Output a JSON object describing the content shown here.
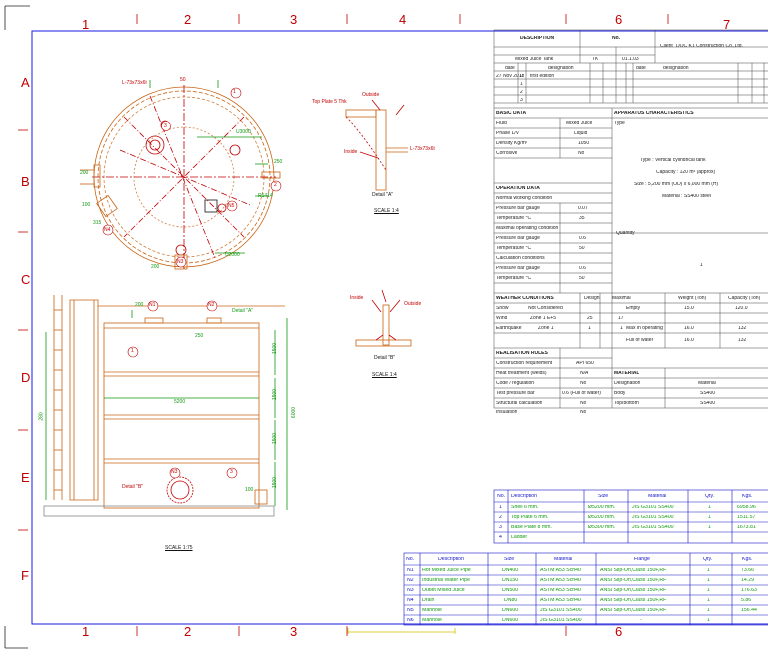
{
  "grid": {
    "columns": [
      "1",
      "2",
      "3",
      "4",
      "6",
      "7"
    ],
    "columns_bottom": [
      "1",
      "2",
      "3",
      "6"
    ],
    "rows": [
      "A",
      "B",
      "C",
      "D",
      "E",
      "F"
    ]
  },
  "title_block": {
    "description_label": "DESCRIPTION",
    "no_label": "No.",
    "client_label": "Client",
    "client_name": "DOC K1 Construction Co.,Ltd.",
    "item": "Mixed Juice Tank",
    "code": "TK",
    "number": "01.1.03",
    "rev_headers": [
      "date",
      "designation"
    ],
    "rev_headers_right": [
      "date",
      "designation"
    ],
    "rev_rows": [
      {
        "date": "27 Nov 2018",
        "rev": "0",
        "designation": "first edition"
      },
      {
        "date": "",
        "rev": "1",
        "designation": ""
      },
      {
        "date": "",
        "rev": "2",
        "designation": ""
      },
      {
        "date": "",
        "rev": "3",
        "designation": ""
      }
    ]
  },
  "basic_data": {
    "title": "BASIC DATA",
    "rows": [
      {
        "k": "Fluid",
        "v": "Mixed Juice"
      },
      {
        "k": "Phase L/V",
        "v": "Liquid"
      },
      {
        "k": "Density Kg/m³",
        "v": "1050"
      },
      {
        "k": "Corrosive",
        "v": "No"
      }
    ]
  },
  "apparatus": {
    "title": "APPARATUS CHARACTERISTICS",
    "type_label": "Type",
    "lines": [
      "Type : Vertical cylindrical tank",
      "Capacity : 120 m³ (approx)",
      "Size : 5,200 mm (OD) x 6,000 mm (H)",
      "Material : SS400 steel"
    ],
    "quantity_label": "Quantity",
    "quantity_value": "1"
  },
  "operation_data": {
    "title": "OPERATION DATA",
    "rows": [
      {
        "k": "Normal working condition",
        "v": ""
      },
      {
        "k": "Pressure bar gauge",
        "v": "0.07"
      },
      {
        "k": "Temperature °C",
        "v": "35"
      },
      {
        "k": "Maximal operating condition",
        "v": ""
      },
      {
        "k": "Pressure bar gauge",
        "v": "0.6"
      },
      {
        "k": "Temperature °C",
        "v": "50"
      },
      {
        "k": "Calculation conditions",
        "v": ""
      },
      {
        "k": "Pressure bar gauge",
        "v": "0.6"
      },
      {
        "k": "Temperature °C",
        "v": "50"
      }
    ]
  },
  "weather": {
    "title": "WEATHER CONDITIONS",
    "design_label": "Design",
    "maximal_label": "Maximal",
    "weight_label": "Weight (Ton)",
    "capacity_label": "Capacity (Ton)",
    "rows": [
      {
        "k": "Snow",
        "a": "Not Considered",
        "b": "",
        "c": "",
        "w_k": "Empty",
        "w1": "15.0",
        "w2": "120.0"
      },
      {
        "k": "Wind",
        "a": "Zone 1 E+5",
        "b": "25",
        "c": "17",
        "w_k": "",
        "w1": "",
        "w2": ""
      },
      {
        "k": "Earthquake",
        "a": "Zone 1",
        "b": "1",
        "c": "1",
        "w_k": "Max in operating",
        "w1": "16.0",
        "w2": "132"
      },
      {
        "k": "",
        "a": "",
        "b": "",
        "c": "",
        "w_k": "Full of water",
        "w1": "16.0",
        "w2": "132"
      }
    ]
  },
  "realisation": {
    "title": "REALISATION RULES",
    "material_label": "MATERIAL",
    "designation_label": "Designation",
    "material_col": "Material",
    "rows": [
      {
        "k": "Construction requirement",
        "v": "API 650",
        "mk": "",
        "mv": ""
      },
      {
        "k": "Heat treatment (welds)",
        "v": "N/A",
        "mk": "",
        "mv": ""
      },
      {
        "k": "Code / regulation",
        "v": "No",
        "mk": "Designation",
        "mv": "Material"
      },
      {
        "k": "Test pressure bar",
        "v": "0.6 (Full of water)",
        "mk": "Body",
        "mv": "SS400"
      },
      {
        "k": "Structural calculation",
        "v": "No",
        "mk": "Top/bottom",
        "mv": "SS400"
      },
      {
        "k": "Insulation",
        "v": "No",
        "mk": "",
        "mv": ""
      }
    ]
  },
  "parts_table": {
    "headers": [
      "No.",
      "Description",
      "Size",
      "Material",
      "Qty.",
      "Kgs."
    ],
    "rows": [
      {
        "no": "1",
        "desc": "Shell 6 mm.",
        "size": "Ø5200 mm.",
        "mat": "JIS G3101 SS400",
        "qty": "1",
        "kgs": "6958.96"
      },
      {
        "no": "2",
        "desc": "Top Plate 6 mm.",
        "size": "Ø5200 mm.",
        "mat": "JIS G3101 SS400",
        "qty": "1",
        "kgs": "1511.57"
      },
      {
        "no": "3",
        "desc": "Base Plate 8 mm.",
        "size": "Ø5300 mm.",
        "mat": "JIS G3101 SS400",
        "qty": "1",
        "kgs": "1673.81"
      },
      {
        "no": "4",
        "desc": "Ladder",
        "size": "",
        "mat": "",
        "qty": "",
        "kgs": ""
      }
    ]
  },
  "nozzle_table": {
    "headers": [
      "No.",
      "Description",
      "Size",
      "Material",
      "Flange",
      "Qty.",
      "Kgs."
    ],
    "rows": [
      {
        "no": "N1",
        "desc": "Hot Mixed Juice Pipe",
        "size": "DN400",
        "mat": "ASTM A53 Sch40",
        "flange": "ANSI Slip-On,Class 150F,RF",
        "qty": "1",
        "kgs": "73.66"
      },
      {
        "no": "N2",
        "desc": "Industrial Water Pipe",
        "size": "DN150",
        "mat": "ASTM A53 Sch40",
        "flange": "ANSI Slip-On,Class 150F,RF",
        "qty": "1",
        "kgs": "14.29"
      },
      {
        "no": "N3",
        "desc": "Outlet Mixed Juice",
        "size": "DN500",
        "mat": "ASTM A53 Sch40",
        "flange": "ANSI Slip-On,Class 150F,RF",
        "qty": "1",
        "kgs": "176.63"
      },
      {
        "no": "N4",
        "desc": "Drain",
        "size": "DN80",
        "mat": "ASTM A53 Sch40",
        "flange": "ANSI Slip-On,Class 150F,RF",
        "qty": "1",
        "kgs": "5.86"
      },
      {
        "no": "N5",
        "desc": "Manhole",
        "size": "DN600",
        "mat": "JIS G3101 SS400",
        "flange": "ANSI Slip-On,Class 150F,RF",
        "qty": "1",
        "kgs": "156.44"
      },
      {
        "no": "N6",
        "desc": "Manhole",
        "size": "DN600",
        "mat": "JIS G3101 SS400",
        "flange": "-",
        "qty": "1",
        "kgs": ""
      }
    ]
  },
  "plan_view": {
    "orient_label": "L-73x73x6t",
    "dim_top": "50",
    "dim_u": "U3000",
    "dim_r": "R1414",
    "dim_u2": "U2000",
    "dim_a": "200",
    "dim_b": "250",
    "dim_c": "315",
    "dim_d": "100",
    "dim_e": "200",
    "ballons": [
      "1",
      "2",
      "3",
      "4",
      "5",
      "N1",
      "N2",
      "N3",
      "N4",
      "N5",
      "N6"
    ]
  },
  "detail_a": {
    "outside": "Outside",
    "topplate": "Top Plate 5 Thk",
    "inside": "Inside",
    "angle": "L-73x73x6t",
    "title": "Detail \"A\"",
    "scale": "SCALE 1:4"
  },
  "detail_b": {
    "inside": "Inside",
    "outside": "Outside",
    "title": "Detail \"B\"",
    "scale": "SCALE 1:4"
  },
  "elevation": {
    "detail_a_tag": "Detail \"A\"",
    "detail_b_tag": "Detail \"B\"",
    "dim_width": "5200",
    "dim_height": "6000",
    "dim_1500a": "1500",
    "dim_1500b": "1500",
    "dim_1500c": "1500",
    "dim_1500d": "1500",
    "dim_200": "200",
    "dim_250": "250",
    "dim_100": "100",
    "dim_280": "280",
    "scale": "SCALE 1:75"
  }
}
